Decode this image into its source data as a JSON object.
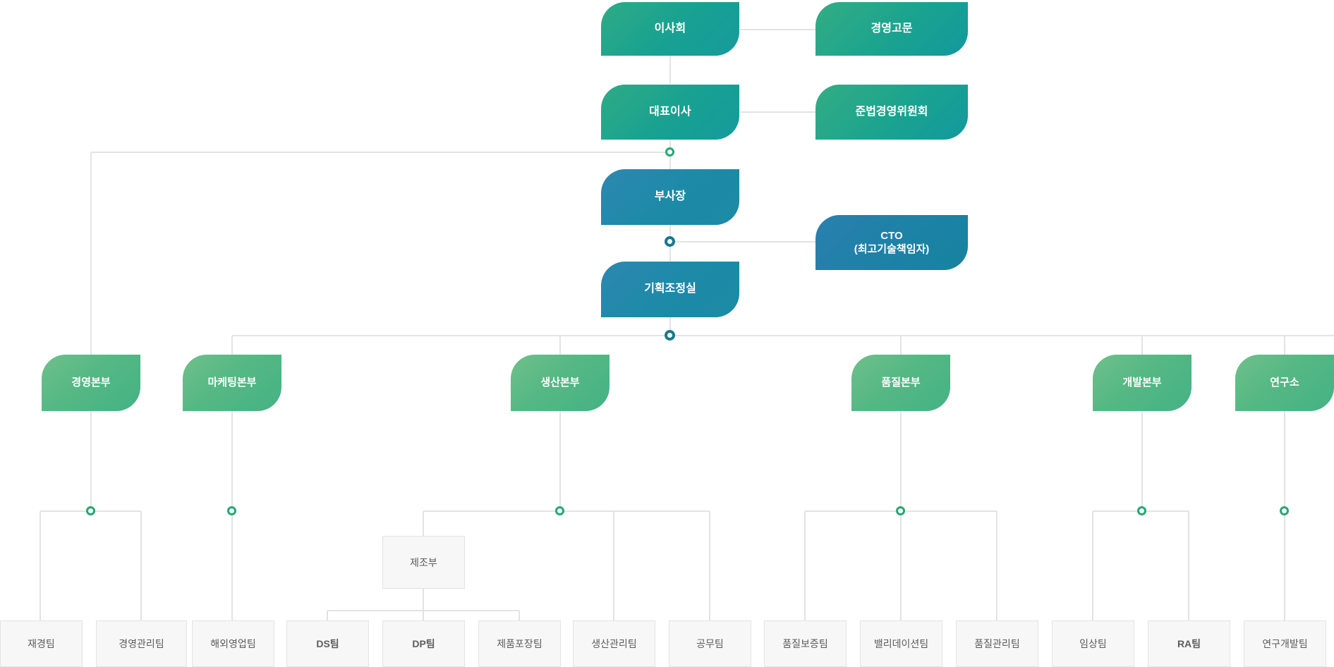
{
  "diagram": {
    "title": "조직도",
    "type": "organization-chart",
    "colors": {
      "exec_green": "#17a192",
      "exec_blue": "#1d8aa8",
      "division_green": "#55b884",
      "team_bg": "#f7f7f7",
      "team_border": "#e4e4e4",
      "team_text": "#5c5c5c",
      "line": "#e3e3e3",
      "dot_green": "#23a871",
      "dot_teal": "#17788f"
    }
  },
  "nodes": {
    "board": {
      "label": "이사회"
    },
    "advisor": {
      "label": "경영고문"
    },
    "ceo": {
      "label": "대표이사"
    },
    "compliance": {
      "label": "준법경영위원회"
    },
    "vp": {
      "label": "부사장"
    },
    "cto": {
      "line1": "CTO",
      "line2": "(최고기술책임자)"
    },
    "planning": {
      "label": "기획조정실"
    }
  },
  "divisions": [
    {
      "label": "경영본부"
    },
    {
      "label": "마케팅본부"
    },
    {
      "label": "생산본부"
    },
    {
      "label": "품질본부"
    },
    {
      "label": "개발본부"
    },
    {
      "label": "연구소"
    }
  ],
  "departments": [
    {
      "label": "제조부"
    }
  ],
  "teams": [
    {
      "label": "재경팀",
      "latin": false
    },
    {
      "label": "경영관리팀",
      "latin": false
    },
    {
      "label": "해외영업팀",
      "latin": false
    },
    {
      "label": "DS팀",
      "latin": true
    },
    {
      "label": "DP팀",
      "latin": true
    },
    {
      "label": "제품포장팀",
      "latin": false
    },
    {
      "label": "생산관리팀",
      "latin": false
    },
    {
      "label": "공무팀",
      "latin": false
    },
    {
      "label": "품질보증팀",
      "latin": false
    },
    {
      "label": "밸리데이션팀",
      "latin": false
    },
    {
      "label": "품질관리팀",
      "latin": false
    },
    {
      "label": "임상팀",
      "latin": false
    },
    {
      "label": "RA팀",
      "latin": true
    },
    {
      "label": "연구개발팀",
      "latin": false
    }
  ]
}
